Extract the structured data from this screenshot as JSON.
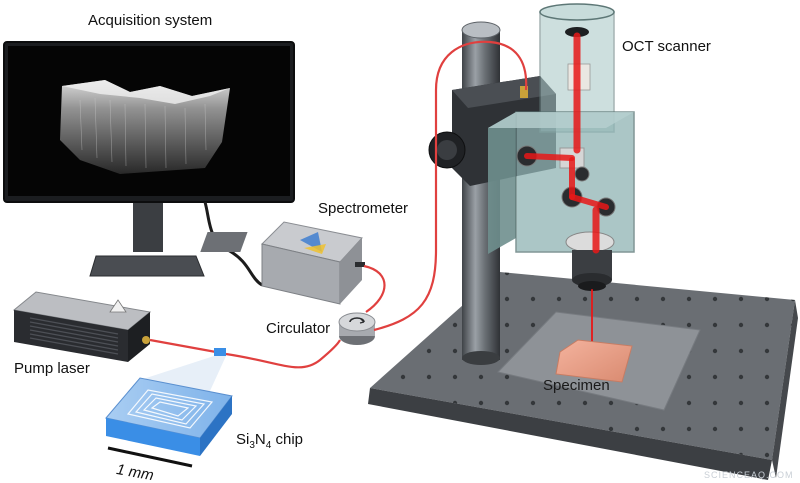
{
  "labels": {
    "acquisition_system": "Acquisition system",
    "oct_scanner": "OCT scanner",
    "spectrometer": "Spectrometer",
    "circulator": "Circulator",
    "pump_laser": "Pump laser",
    "chip_prefix": "Si",
    "chip_sub1": "3",
    "chip_mid": "N",
    "chip_sub2": "4",
    "chip_suffix": " chip",
    "specimen": "Specimen",
    "scale_bar": "1 mm",
    "watermark": "SCIENCEAQ.COM"
  },
  "colors": {
    "fiber": "#e0403f",
    "beam": "#e81818",
    "stage_metal": "#5a5e63",
    "housing_glass": "#8fb3b3",
    "chip_blue": "#3a8ee6",
    "specimen": "#e49c82"
  }
}
